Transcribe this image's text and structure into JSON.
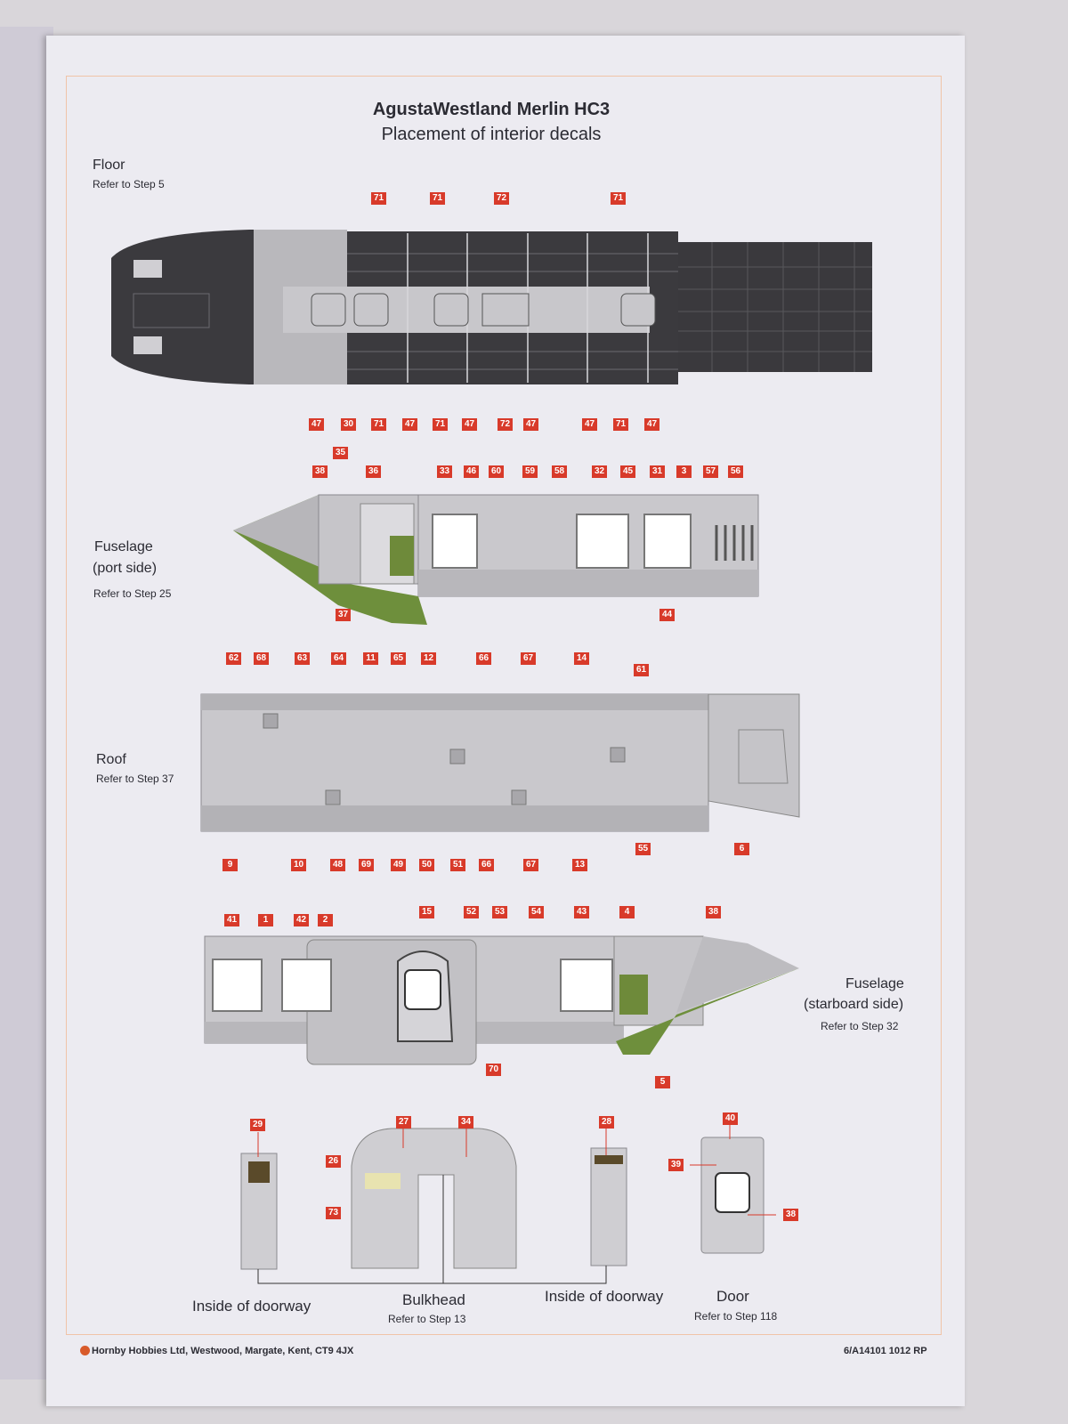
{
  "title": "AgustaWestland Merlin HC3",
  "subtitle": "Placement of interior decals",
  "sections": {
    "floor": {
      "title": "Floor",
      "ref": "Refer to Step 5"
    },
    "port": {
      "title1": "Fuselage",
      "title2": "(port side)",
      "ref": "Refer to Step 25"
    },
    "roof": {
      "title": "Roof",
      "ref": "Refer to Step 37"
    },
    "starboard": {
      "title1": "Fuselage",
      "title2": "(starboard side)",
      "ref": "Refer to Step 32"
    },
    "inside_doorway_1": {
      "title": "Inside of doorway"
    },
    "bulkhead": {
      "title": "Bulkhead",
      "ref": "Refer to Step 13"
    },
    "inside_doorway_2": {
      "title": "Inside of doorway"
    },
    "door": {
      "title": "Door",
      "ref": "Refer to Step 118"
    }
  },
  "callouts": {
    "floor_top": [
      "71",
      "71",
      "72",
      "71"
    ],
    "floor_bottom": [
      "47",
      "30",
      "71",
      "47",
      "71",
      "47",
      "72",
      "47",
      "47",
      "71",
      "47"
    ],
    "port_top": [
      "35",
      "38",
      "36",
      "33",
      "46",
      "60",
      "59",
      "58",
      "32",
      "45",
      "31",
      "3",
      "57",
      "56"
    ],
    "port_bottom": [
      "37",
      "44"
    ],
    "roof_top": [
      "62",
      "68",
      "63",
      "64",
      "11",
      "65",
      "12",
      "66",
      "67",
      "14",
      "61"
    ],
    "roof_bottom": [
      "9",
      "10",
      "48",
      "69",
      "49",
      "50",
      "51",
      "66",
      "67",
      "13",
      "55",
      "6"
    ],
    "starboard_top": [
      "41",
      "1",
      "42",
      "2",
      "15",
      "52",
      "53",
      "54",
      "43",
      "4",
      "38"
    ],
    "starboard_bottom": [
      "70",
      "5"
    ],
    "bottom_row": [
      "29",
      "27",
      "34",
      "26",
      "73",
      "28",
      "40",
      "39",
      "38"
    ]
  },
  "footer": {
    "left": "Hornby Hobbies Ltd, Westwood, Margate, Kent, CT9 4JX",
    "right": "6/A14101 1012 RP"
  }
}
